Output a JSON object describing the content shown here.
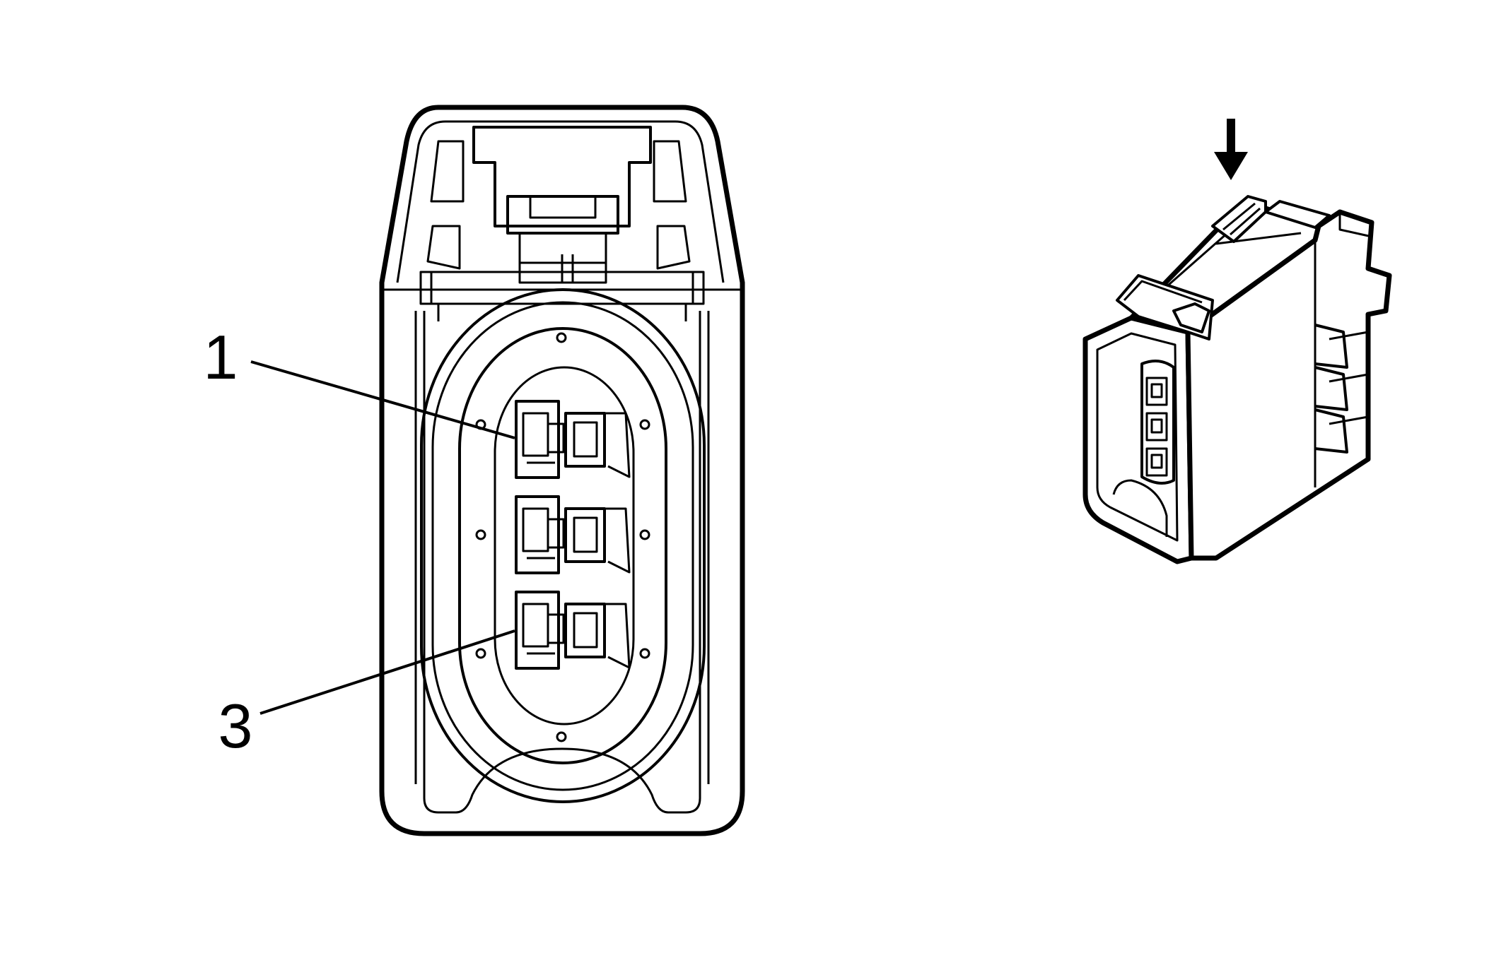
{
  "figure": {
    "background": "#ffffff",
    "stroke_color": "#000000",
    "callouts": [
      {
        "id": "pin-1",
        "text": "1"
      },
      {
        "id": "pin-3",
        "text": "3"
      }
    ],
    "icons": {
      "front_view": "connector-face-icon",
      "iso_view": "connector-isometric-icon",
      "arrow": "arrow-down-icon"
    }
  }
}
